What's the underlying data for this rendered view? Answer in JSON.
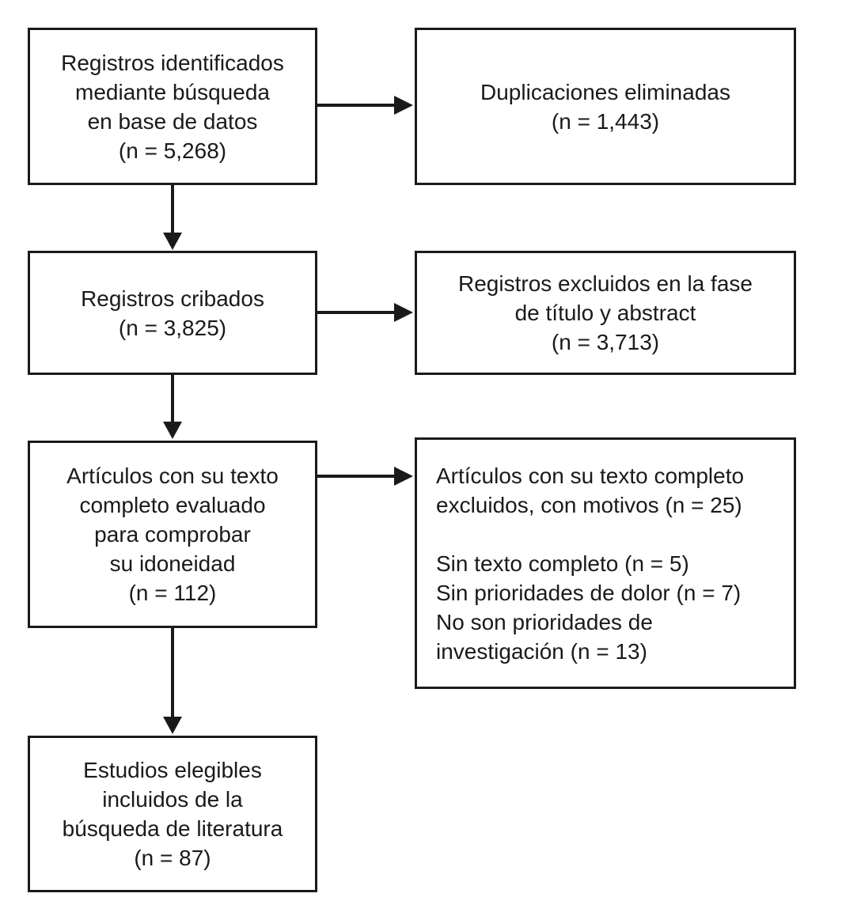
{
  "colors": {
    "line": "#1a1a1a",
    "box_border": "#1a1a1a",
    "box_fill": "#ffffff",
    "text": "#1a1a1a",
    "background": "#ffffff"
  },
  "boxes": {
    "identified": {
      "text": "Registros identificados\nmediante búsqueda\nen base de datos\n(n = 5,268)",
      "n": "5,268"
    },
    "duplicates_removed": {
      "text": "Duplicaciones eliminadas\n(n = 1,443)",
      "n": "1,443"
    },
    "screened": {
      "text": "Registros cribados\n(n = 3,825)",
      "n": "3,825"
    },
    "excluded_title_abstract": {
      "text": "Registros excluidos en la fase\nde título y abstract\n(n = 3,713)",
      "n": "3,713"
    },
    "fulltext_assessed": {
      "text": "Artículos con su texto\ncompleto evaluado\npara comprobar\nsu idoneidad\n(n = 112)",
      "n": "112"
    },
    "fulltext_excluded": {
      "text": "Artículos con su texto completo\nexcluidos, con motivos (n = 25)\n\nSin texto completo (n = 5)\nSin prioridades de dolor (n = 7)\nNo son prioridades de\ninvestigación (n = 13)",
      "n": "25",
      "reasons": [
        {
          "label": "Sin texto completo",
          "n": "5"
        },
        {
          "label": "Sin prioridades de dolor",
          "n": "7"
        },
        {
          "label": "No son prioridades de investigación",
          "n": "13"
        }
      ]
    },
    "included": {
      "text": "Estudios elegibles\nincluidos de la\nbúsqueda de literatura\n(n = 87)",
      "n": "87"
    }
  }
}
